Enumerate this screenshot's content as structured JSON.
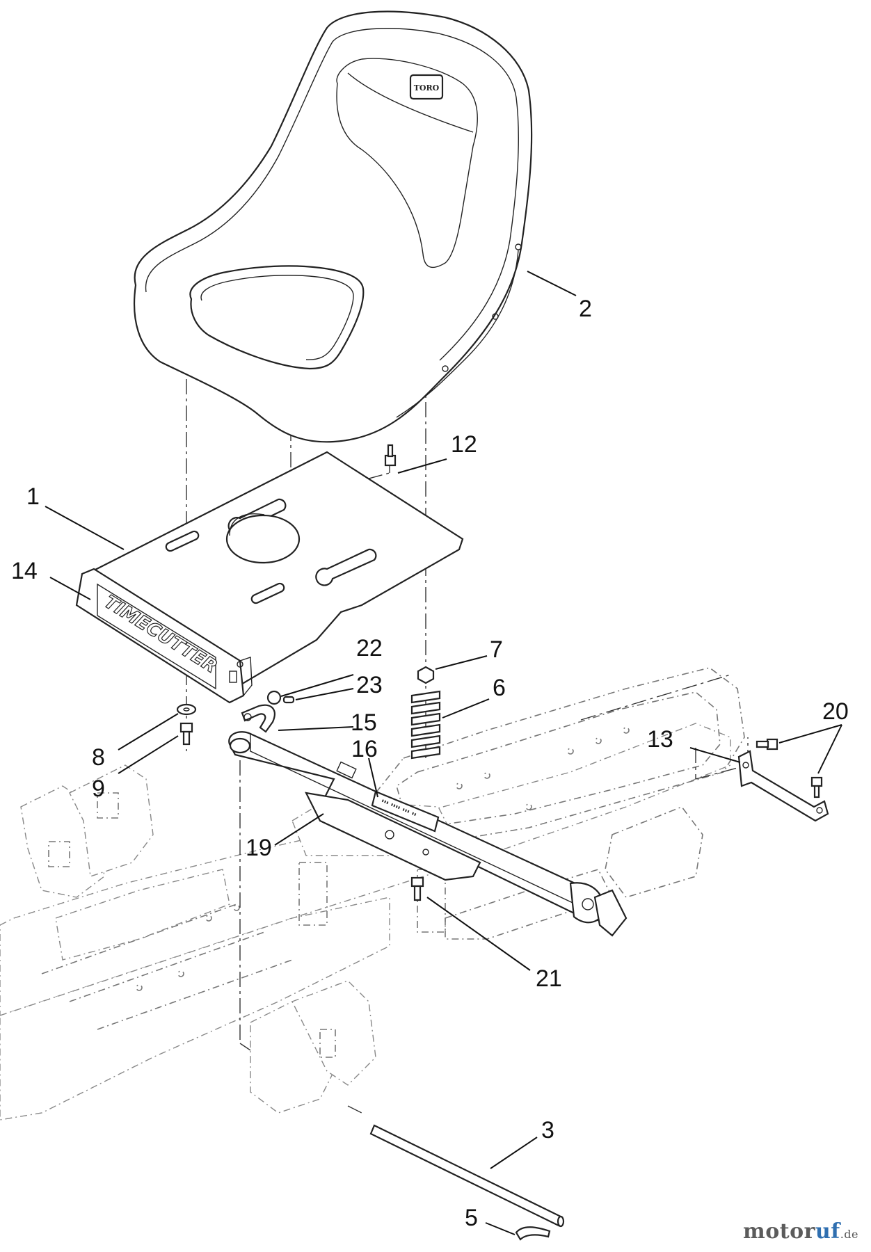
{
  "diagram": {
    "seat_brand_text": "TORO",
    "plate_decal_text": "TIMECUTTER",
    "callouts": [
      "1",
      "2",
      "3",
      "5",
      "6",
      "7",
      "8",
      "9",
      "12",
      "13",
      "14",
      "15",
      "16",
      "19",
      "20",
      "21",
      "22",
      "23"
    ]
  },
  "watermark": {
    "part1": "motor",
    "part2": "uf",
    "suffix": ".de"
  }
}
